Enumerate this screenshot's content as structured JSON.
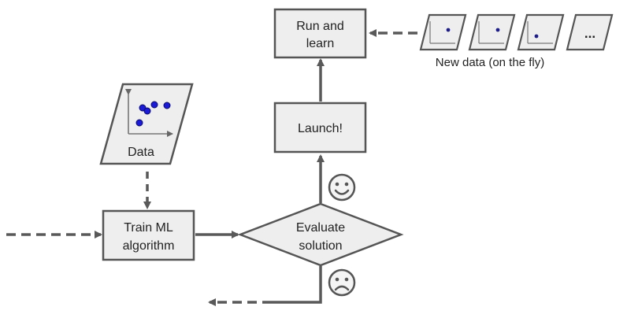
{
  "colors": {
    "stroke": "#555555",
    "box_fill": "#eeeeee",
    "arrow": "#595959",
    "point_blue": "#1b1bd6",
    "point_small": "#1c1c8a",
    "background": "#ffffff"
  },
  "nodes": {
    "run_and_learn": {
      "line1": "Run and",
      "line2": "learn"
    },
    "launch": {
      "label": "Launch!"
    },
    "data": {
      "label": "Data"
    },
    "train_ml": {
      "line1": "Train ML",
      "line2": "algorithm"
    },
    "evaluate": {
      "line1": "Evaluate",
      "line2": "solution"
    },
    "new_data": {
      "caption": "New data (on the fly)",
      "more": "..."
    }
  },
  "icons": {
    "happy": "happy-face-icon",
    "sad": "sad-face-icon",
    "scatter": "scatter-plot-icon"
  }
}
